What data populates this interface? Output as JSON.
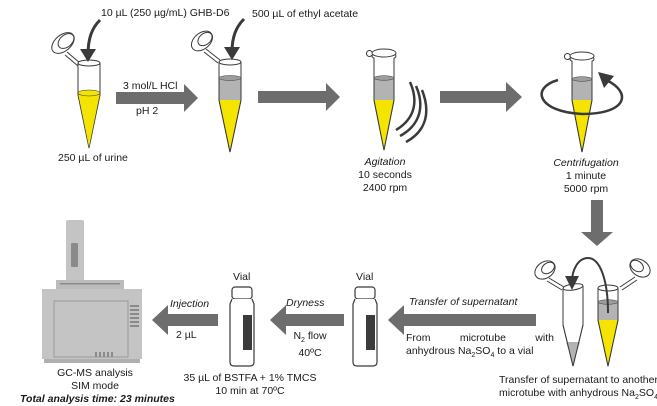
{
  "colors": {
    "sample_yellow": "#f5e400",
    "organic_layer": "#b3b3b3",
    "arrow_gray": "#6d6d6d",
    "outline": "#3a3a3a",
    "instrument_gray": "#c4c4c4",
    "vial_label": "#3b3b3b"
  },
  "steps": {
    "urine": {
      "reagent_added": "10 µL (250 µg/mL) GHB-D6",
      "caption": "250 µL of urine"
    },
    "acidify": {
      "label_top": "3 mol/L HCl",
      "label_bottom": "pH 2"
    },
    "extraction": {
      "reagent_added": "500 µL of ethyl acetate"
    },
    "agitation": {
      "title": "Agitation",
      "line1": "10 seconds",
      "line2": "2400 rpm"
    },
    "centrifugation": {
      "title": "Centrifugation",
      "line1": "1 minute",
      "line2": "5000 rpm"
    },
    "transfer_tube": {
      "caption_line1": "Transfer of supernatant to another",
      "caption_line2_prefix": "microtube with anhydrous Na",
      "caption_sub1": "2",
      "caption_mid": "SO",
      "caption_sub2": "4"
    },
    "transfer_vial": {
      "title": "Transfer of supernatant",
      "line1_words": [
        "From",
        "microtube",
        "with"
      ],
      "line2_prefix": "anhydrous Na",
      "line2_sub1": "2",
      "line2_mid": "SO",
      "line2_sub2": "4",
      "line2_suffix": " to a vial",
      "vial_label": "Vial"
    },
    "dryness": {
      "title": "Dryness",
      "line1_prefix": "N",
      "line1_sub": "2",
      "line1_suffix": " flow",
      "line2": "40ºC",
      "vial_label": "Vial"
    },
    "derivatization": {
      "line1": "35 µL of BSTFA + 1% TMCS",
      "line2": "10 min at 70ºC"
    },
    "injection": {
      "title": "Injection",
      "volume": "2 µL"
    },
    "gcms": {
      "line1": "GC-MS analysis",
      "line2": "SIM mode",
      "total_time": "Total analysis time: 23 minutes"
    }
  }
}
